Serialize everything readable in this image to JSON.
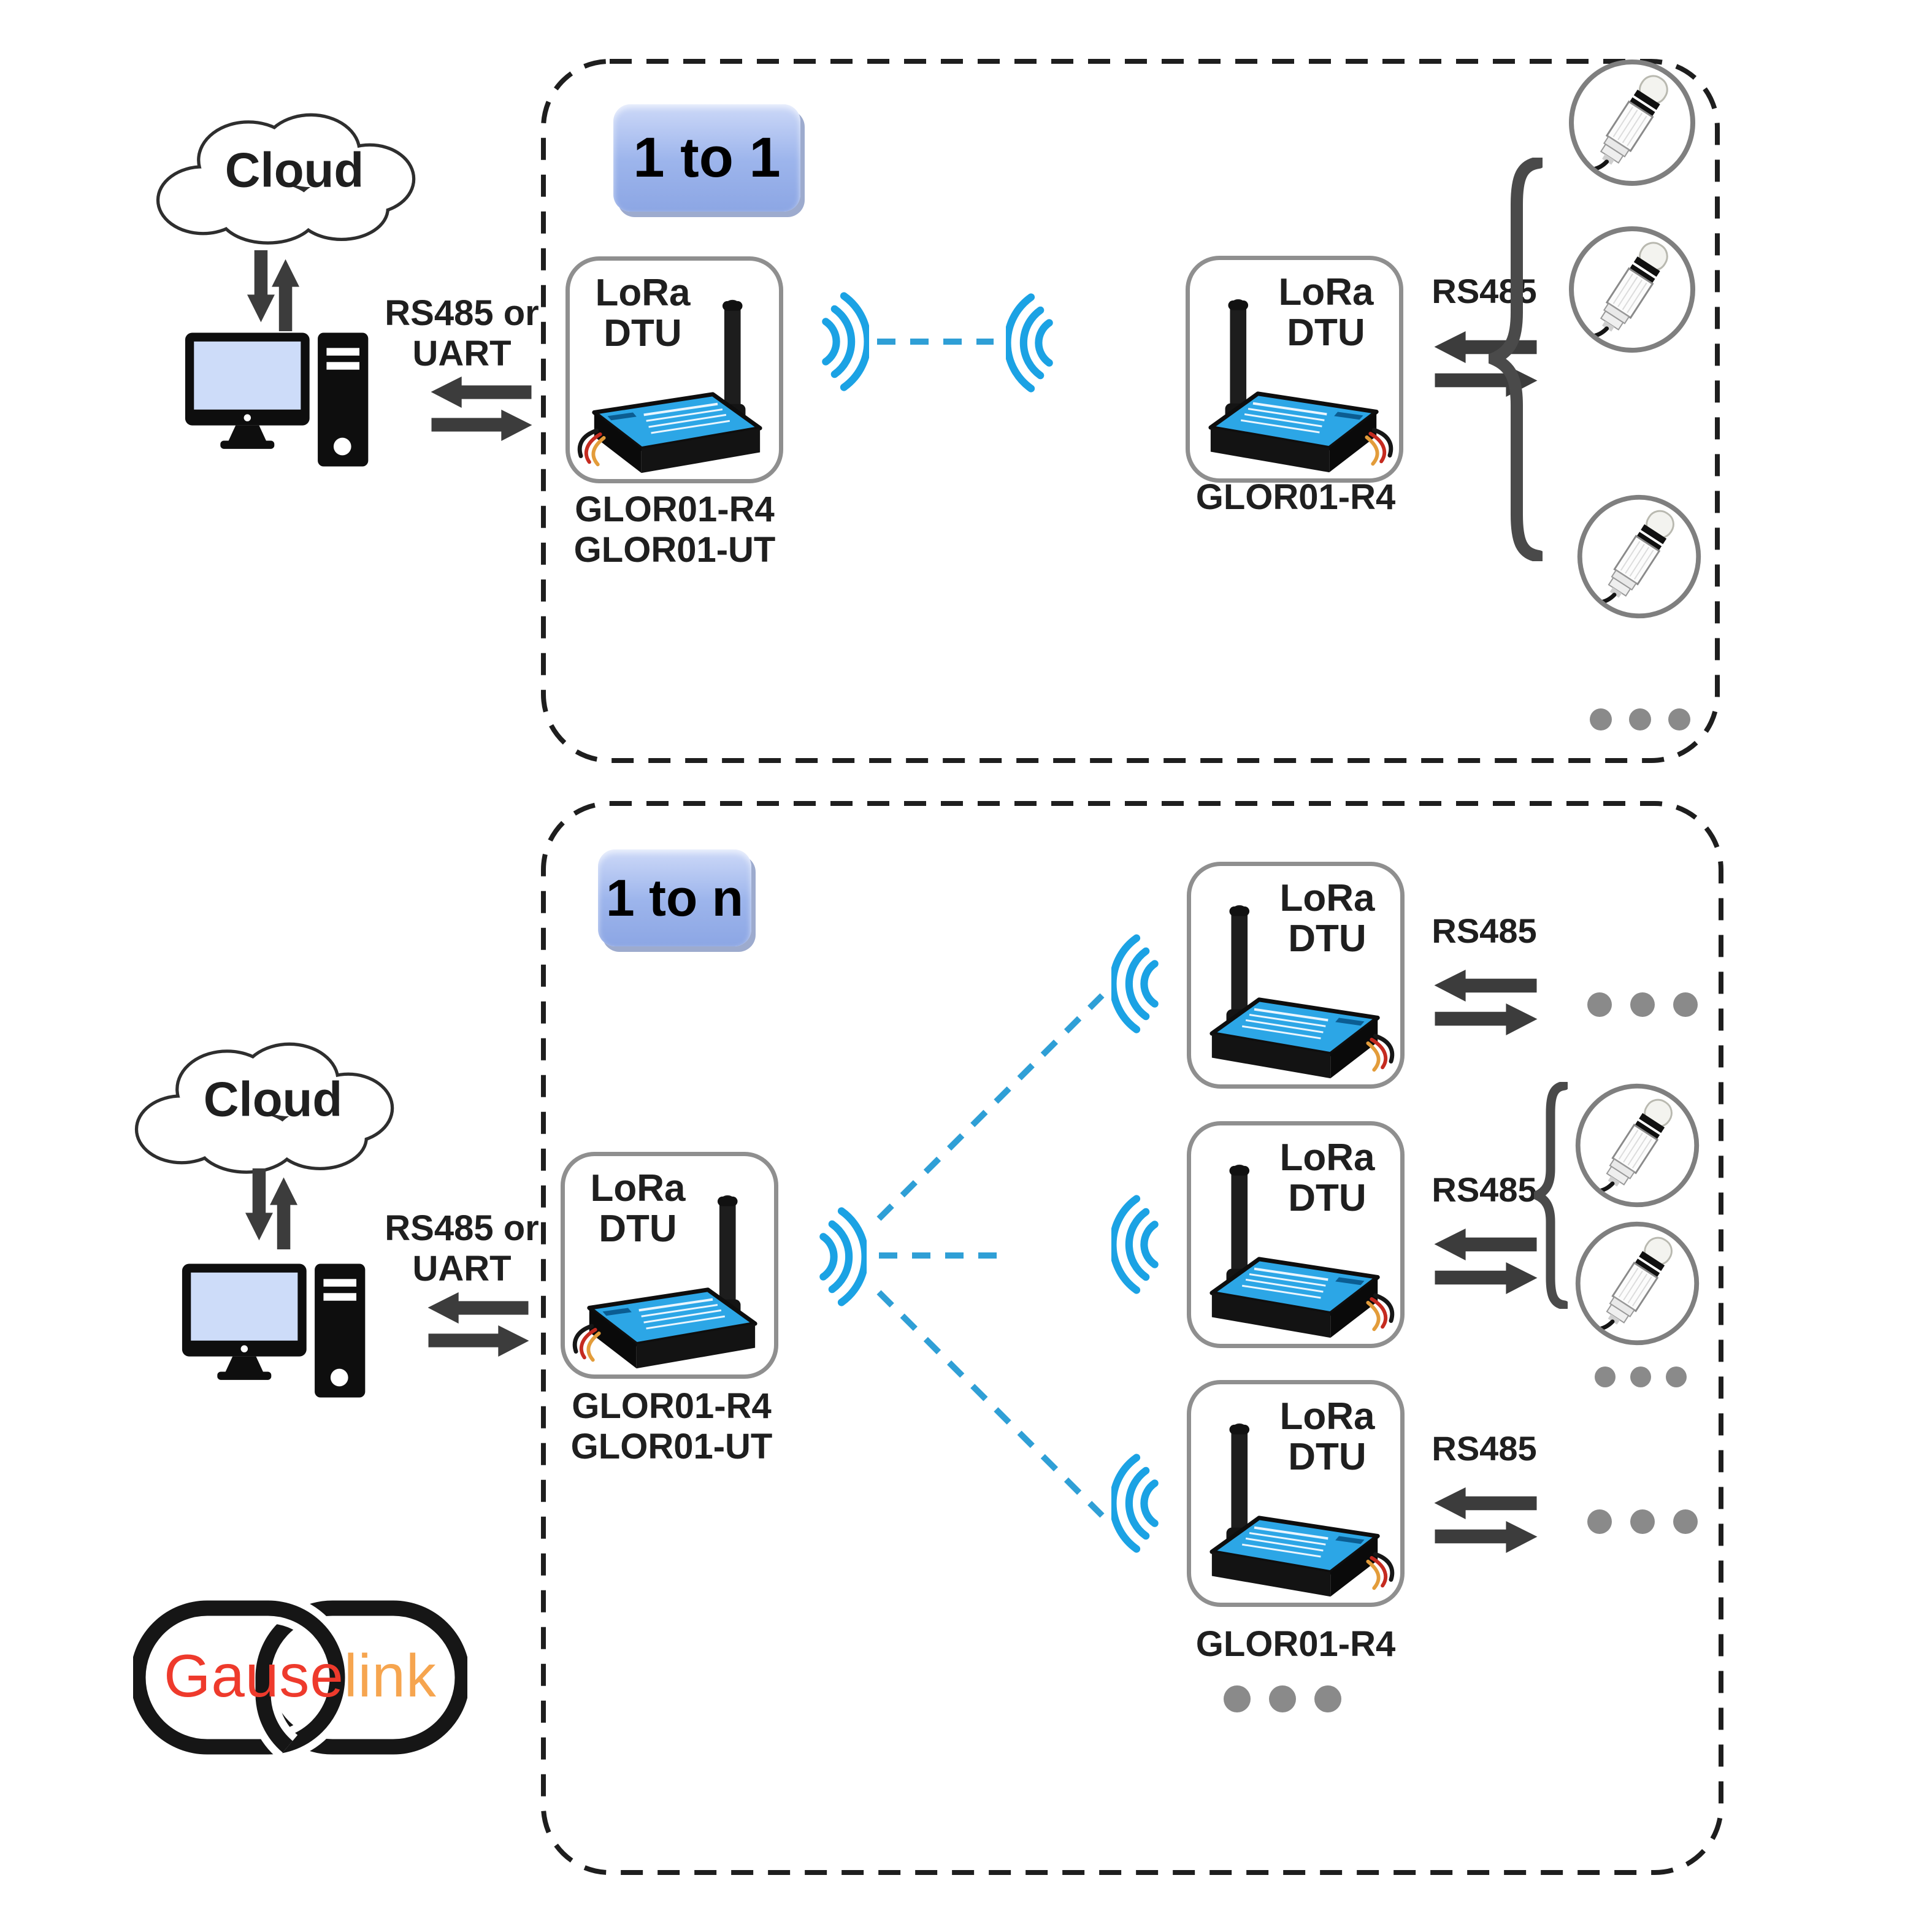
{
  "labels": {
    "cloud": "Cloud",
    "rs485_or": "RS485 or",
    "uart": "UART",
    "rs485": "RS485",
    "lora": "LoRa",
    "dtu": "DTU",
    "model_r4": "GLOR01-R4",
    "model_ut": "GLOR01-UT"
  },
  "sections": {
    "one_to_one": {
      "badge": "1 to 1"
    },
    "one_to_n": {
      "badge": "1 to n"
    }
  },
  "logo": {
    "text_primary": "Gause",
    "text_secondary": "link"
  },
  "colors": {
    "wifi_blue": "#1BA2E4",
    "dashed_link_blue": "#2F9FD6",
    "badge_blue": "#9DB5EC",
    "device_label_blue": "#2CA6E6",
    "screen_blue": "#CDDCF9",
    "arrow_gray": "#3C3C3C",
    "dot_gray": "#8A8A8A",
    "border_gray": "#8F8F8F",
    "logo_red": "#EE3A2C",
    "logo_orange": "#F6A54F",
    "text_black": "#1F1F1F"
  },
  "icons": [
    "cloud-icon",
    "computer-icon",
    "swap-arrows-vertical-icon",
    "swap-arrows-horizontal-icon",
    "wifi-waves-icon",
    "lora-dtu-device-icon",
    "sensor-probe-icon",
    "curly-brace-icon",
    "ellipsis-dots-icon",
    "chain-link-logo-icon"
  ]
}
